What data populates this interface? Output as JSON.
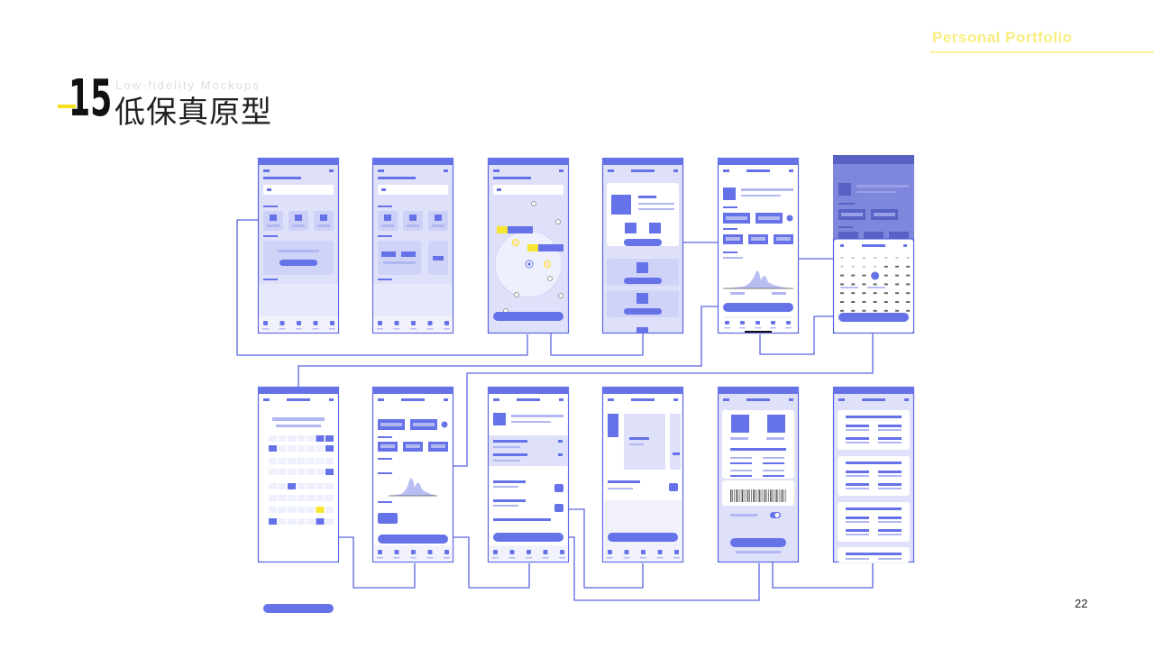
{
  "header": {
    "brand": "Personal Portfolio",
    "section_number": "15",
    "section_subtitle": "Low-fidelity Mockups",
    "section_title": "低保真原型"
  },
  "page_number": "22",
  "colors": {
    "primary": "#6672e8",
    "bg_light": "#dfe1fa",
    "accent": "#f7e531",
    "line": "#5b65e0",
    "brand_text": "#f8ee7e"
  },
  "wireframes": {
    "count": 12,
    "screens": [
      "home",
      "home-alt",
      "map",
      "list",
      "stats",
      "calendar",
      "seat-grid",
      "stats-alt",
      "detail",
      "gallery",
      "ticket",
      "card-list"
    ]
  }
}
